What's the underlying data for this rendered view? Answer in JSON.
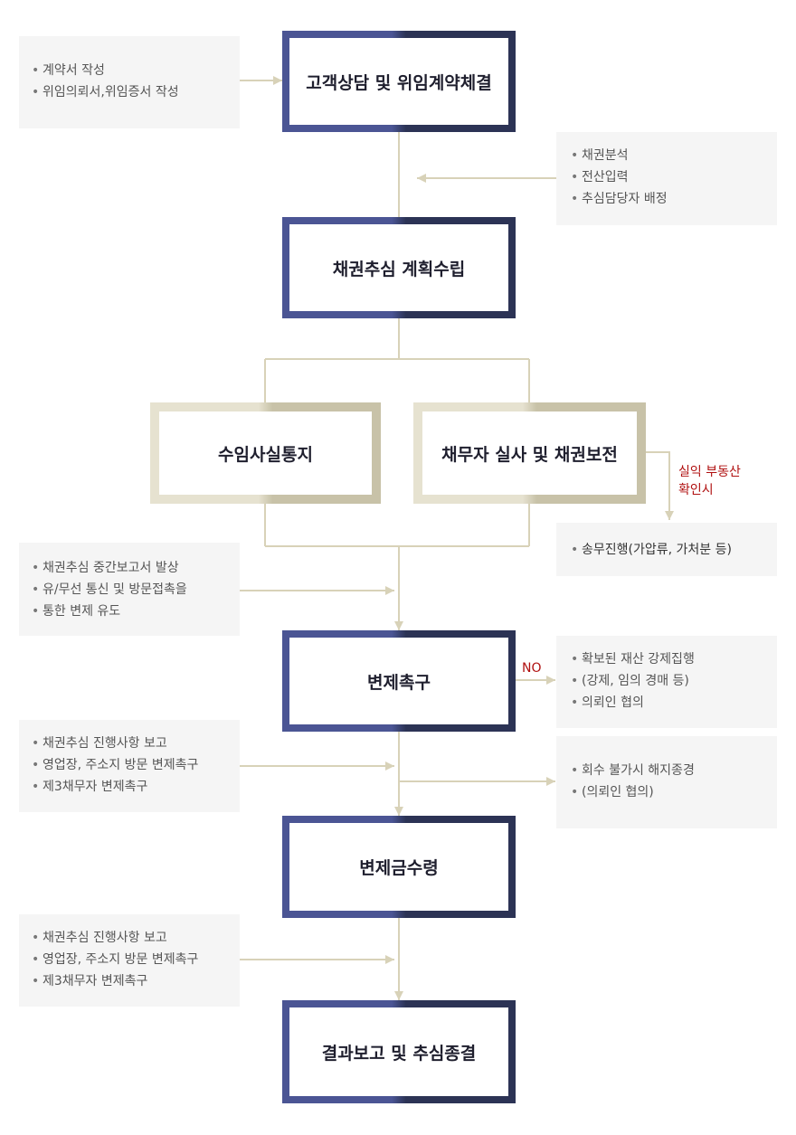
{
  "steps": {
    "s1": "고객상담 및 위임계약체결",
    "s2": "채권추심 계획수립",
    "s3a": "수임사실통지",
    "s3b": "채무자 실사 및 채권보전",
    "s4": "변제촉구",
    "s5": "변제금수령",
    "s6": "결과보고 및 추심종결"
  },
  "notes": {
    "n1": [
      "계약서 작성",
      "위임의뢰서,위임증서 작성"
    ],
    "n2": [
      "채권분석",
      "전산입력",
      "추심담당자 배정"
    ],
    "n3": [
      "송무진행(가압류, 가처분 등)"
    ],
    "n4": [
      "채권추심 중간보고서 발상",
      "유/무선 통신 및 방문접촉을",
      "통한 변제 유도"
    ],
    "n5": [
      "확보된 재산 강제집행",
      "(강제, 임의 경매 등)",
      "의뢰인 협의"
    ],
    "n6": [
      "채권추심 진행사항 보고",
      "영업장, 주소지 방문 변제촉구",
      "제3채무자 변제촉구"
    ],
    "n7": [
      "회수 불가시 해지종경",
      "(의뢰인 협의)"
    ],
    "n8": [
      "채권추심 진행사항 보고",
      "영업장, 주소지 방문 변제촉구",
      "제3채무자 변제촉구"
    ]
  },
  "labels": {
    "side_line1": "실익 부동산",
    "side_line2": "확인시",
    "no": "NO"
  }
}
